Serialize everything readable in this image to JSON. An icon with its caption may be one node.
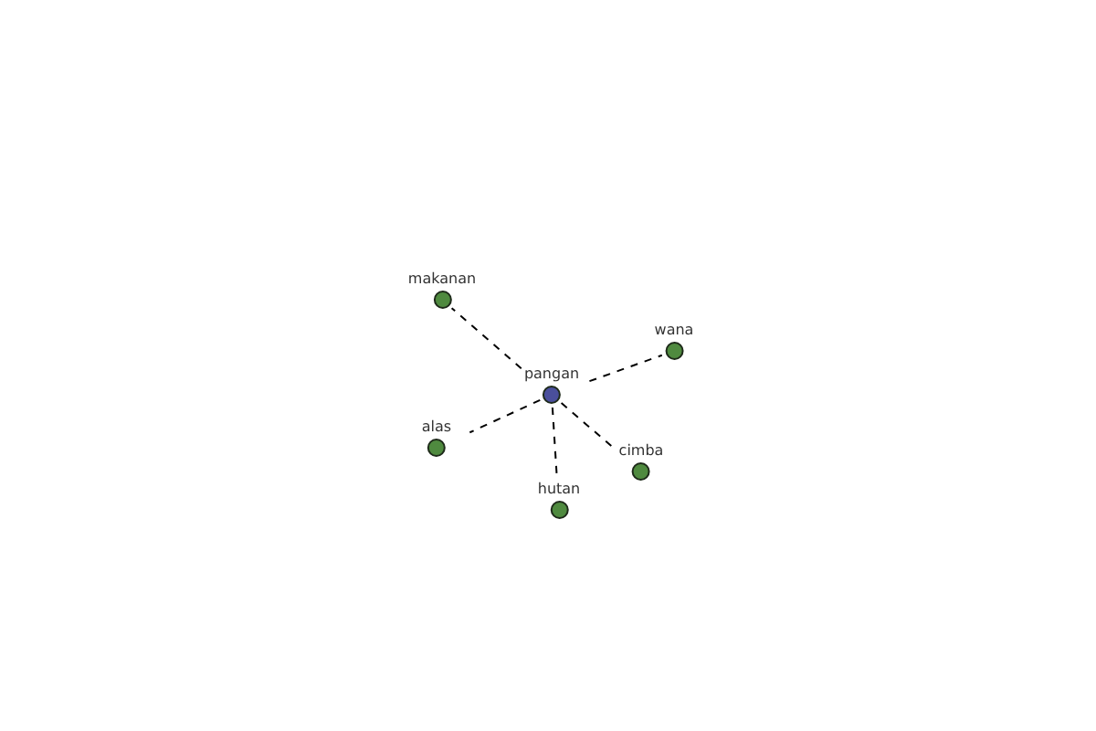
{
  "diagram": {
    "nodes": [
      {
        "text": [
          "makanan"
        ]
      },
      {
        "text": [
          "wana"
        ]
      },
      {
        "text": [
          "pangan"
        ]
      },
      {
        "text": [
          "alas"
        ]
      },
      {
        "text": [
          "cimba"
        ]
      },
      {
        "text": [
          "hutan"
        ]
      }
    ],
    "edges": [
      {
        "from": 2,
        "to": 0,
        "arrow": "none",
        "style": "dashed"
      },
      {
        "from": 2,
        "to": 1,
        "arrow": "none",
        "style": "dashed"
      },
      {
        "from": 2,
        "to": 3,
        "arrow": "none",
        "style": "dashed"
      },
      {
        "from": 2,
        "to": 4,
        "arrow": "none",
        "style": "dashed"
      },
      {
        "from": 2,
        "to": 5,
        "arrow": "none",
        "style": "dashed"
      }
    ]
  }
}
